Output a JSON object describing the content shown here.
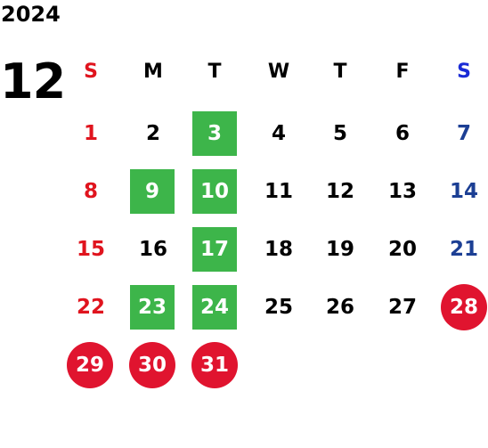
{
  "calendar": {
    "year": "2024",
    "month": "12",
    "weekdays": [
      "S",
      "M",
      "T",
      "W",
      "T",
      "F",
      "S"
    ],
    "weeks": [
      [
        "1",
        "2",
        "3",
        "4",
        "5",
        "6",
        "7"
      ],
      [
        "8",
        "9",
        "10",
        "11",
        "12",
        "13",
        "14"
      ],
      [
        "15",
        "16",
        "17",
        "18",
        "19",
        "20",
        "21"
      ],
      [
        "22",
        "23",
        "24",
        "25",
        "26",
        "27",
        "28"
      ],
      [
        "29",
        "30",
        "31",
        "",
        "",
        "",
        ""
      ]
    ],
    "highlighted_green_days": [
      "3",
      "9",
      "10",
      "17",
      "23",
      "24"
    ],
    "highlighted_red_days": [
      "28",
      "29",
      "30",
      "31"
    ],
    "colors": {
      "sunday": "#e0141e",
      "saturday_header": "#1a2bd6",
      "saturday": "#1c3f94",
      "green_highlight": "#3db54a",
      "red_highlight": "#e0142f",
      "default_text": "#000000"
    }
  }
}
